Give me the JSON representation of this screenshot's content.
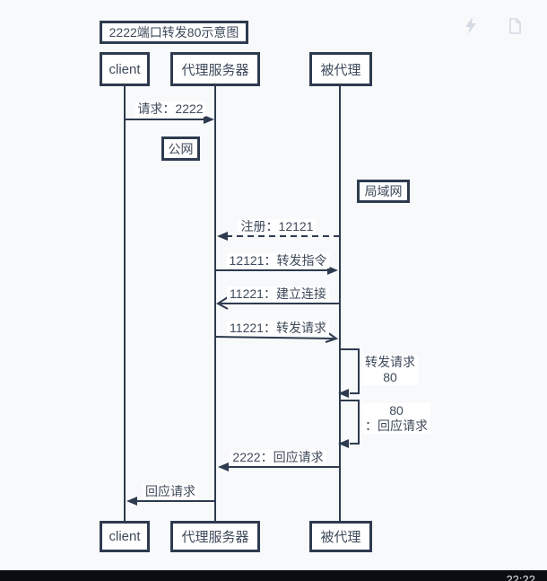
{
  "page": {
    "background": "#f8f9fb",
    "accent_color": "#2e3b4f",
    "text_color": "#3e4a5b"
  },
  "top_icons": {
    "lightning": "lightning-icon",
    "document": "document-icon",
    "icon_color": "#d4dae1"
  },
  "taskbar": {
    "clock": "22:22",
    "bar_color": "#0a0e13"
  },
  "diagram": {
    "title": "2222端口转发80示意图",
    "actors": [
      {
        "id": "client",
        "label": "client"
      },
      {
        "id": "proxy",
        "label": "代理服务器"
      },
      {
        "id": "target",
        "label": "被代理"
      }
    ],
    "zones": [
      {
        "id": "public",
        "label": "公网"
      },
      {
        "id": "lan",
        "label": "局域网"
      }
    ],
    "messages": [
      {
        "text": "请求：2222",
        "from": "client",
        "to": "proxy",
        "style": "solid"
      },
      {
        "text": "注册：12121",
        "from": "target",
        "to": "proxy",
        "style": "dashed"
      },
      {
        "text": "12121：转发指令",
        "from": "proxy",
        "to": "target",
        "style": "solid"
      },
      {
        "text": "11221：建立连接",
        "from": "target",
        "to": "proxy",
        "style": "solid-open"
      },
      {
        "text": "11221：转发请求",
        "from": "proxy",
        "to": "target",
        "style": "solid-open"
      },
      {
        "lines": [
          "转发请求",
          "80"
        ],
        "from": "target",
        "to": "target",
        "style": "self-loop"
      },
      {
        "lines": [
          "80",
          "：回应请求"
        ],
        "from": "target",
        "to": "target",
        "style": "self-loop"
      },
      {
        "text": "2222：回应请求",
        "from": "target",
        "to": "proxy",
        "style": "solid"
      },
      {
        "text": "回应请求",
        "from": "proxy",
        "to": "client",
        "style": "solid"
      }
    ]
  }
}
